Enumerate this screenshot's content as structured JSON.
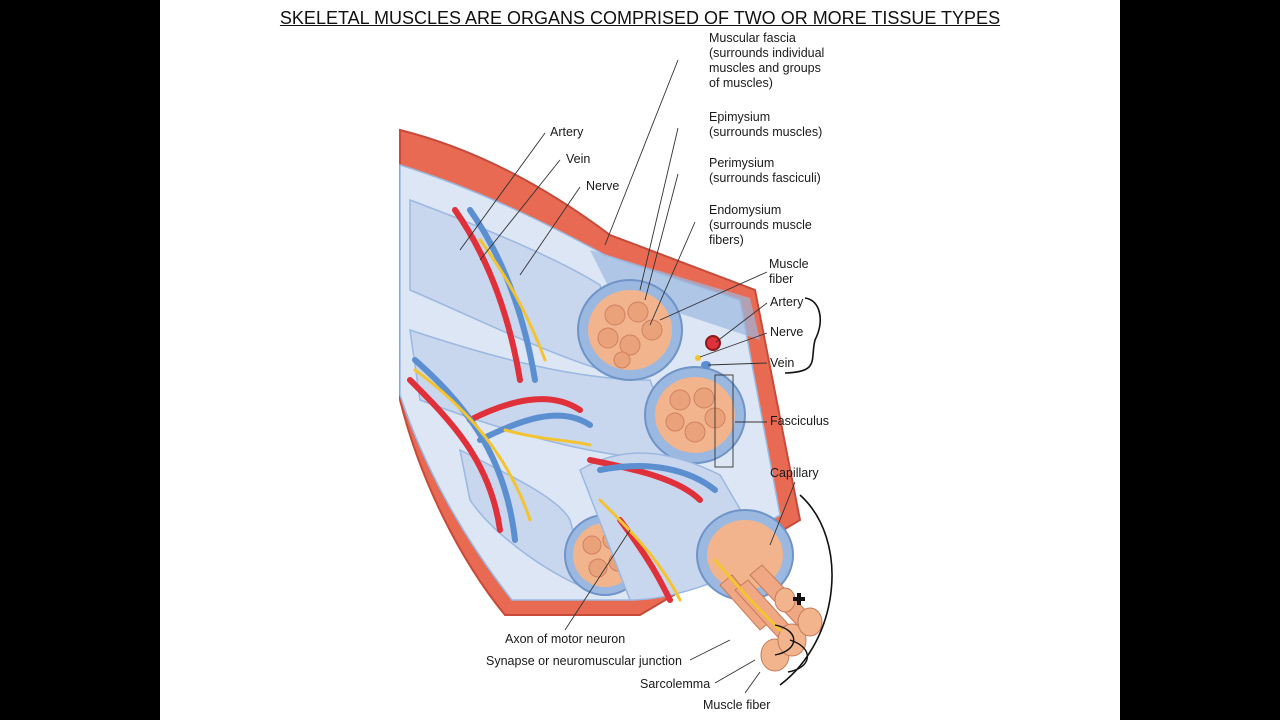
{
  "title": "SKELETAL MUSCLES ARE ORGANS COMPRISED OF TWO OR MORE TISSUE TYPES",
  "labels": {
    "muscular_fascia": "Muscular fascia\n(surrounds individual\nmuscles and groups\nof muscles)",
    "epimysium": "Epimysium\n(surrounds muscles)",
    "perimysium": "Perimysium\n(surrounds fasciculi)",
    "endomysium": "Endomysium\n(surrounds muscle\nfibers)",
    "muscle_fiber_upper": "Muscle\nfiber",
    "artery_right": "Artery",
    "nerve_right": "Nerve",
    "vein_right": "Vein",
    "fasciculus": "Fasciculus",
    "capillary": "Capillary",
    "artery_left": "Artery",
    "vein_left": "Vein",
    "nerve_left": "Nerve",
    "axon": "Axon of motor neuron",
    "synapse": "Synapse or neuromuscular junction",
    "sarcolemma": "Sarcolemma",
    "muscle_fiber_bottom": "Muscle fiber"
  },
  "colors": {
    "artery": "#e0303a",
    "vein": "#5b8fd0",
    "nerve": "#f4c430",
    "muscle_fiber": "#f2b48c",
    "fascia": "#e86a52",
    "sheath": "#9bb8e0",
    "body": "#dde6f4"
  }
}
